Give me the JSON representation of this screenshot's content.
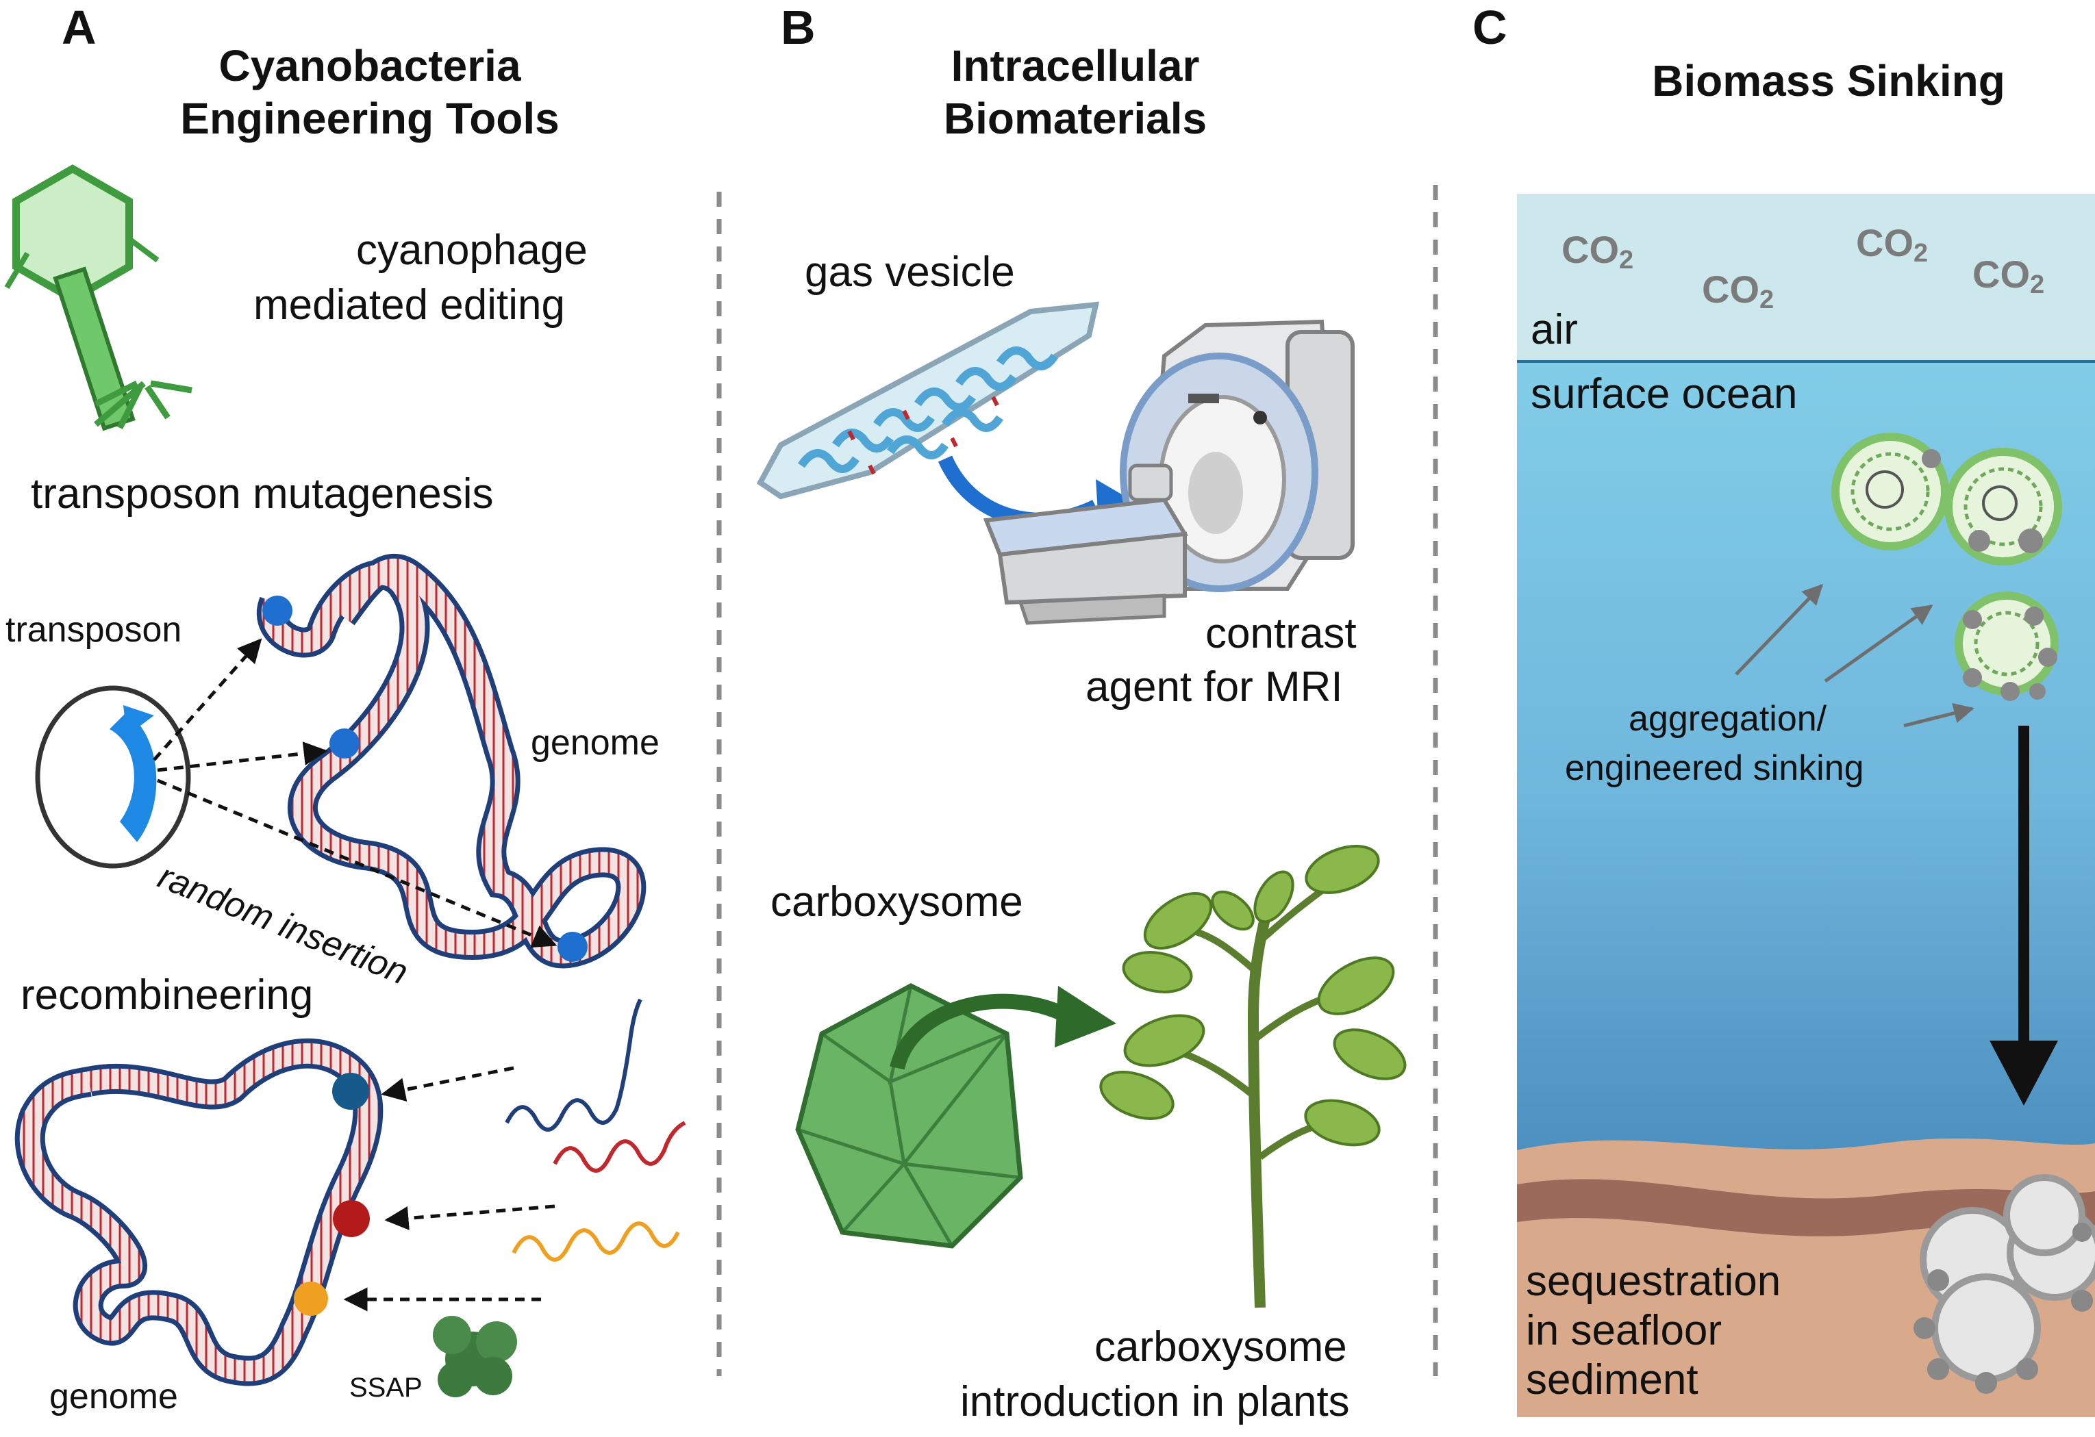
{
  "panels": {
    "a": {
      "letter": "A",
      "title_line1": "Cyanobacteria",
      "title_line2": "Engineering Tools",
      "cyanophage_line1": "cyanophage",
      "cyanophage_line2": "mediated editing",
      "transposon_title": "transposon mutagenesis",
      "transposon_label": "transposon",
      "genome_label_top": "genome",
      "random_insertion": "random insertion",
      "recombineering_title": "recombineering",
      "genome_label_bottom": "genome",
      "ssap_label": "SSAP"
    },
    "b": {
      "letter": "B",
      "title_line1": "Intracellular",
      "title_line2": "Biomaterials",
      "gas_vesicle": "gas vesicle",
      "mri_line1": "contrast",
      "mri_line2": "agent for MRI",
      "carboxysome": "carboxysome",
      "plants_line1": "carboxysome",
      "plants_line2": "introduction in plants"
    },
    "c": {
      "letter": "C",
      "title": "Biomass Sinking",
      "co2_base": "CO",
      "co2_sub": "2",
      "air": "air",
      "surface_ocean": "surface ocean",
      "aggregation_line1": "aggregation/",
      "aggregation_line2": "engineered sinking",
      "sequestration_line1": "sequestration",
      "sequestration_line2": "in seafloor",
      "sequestration_line3": "sediment"
    }
  },
  "colors": {
    "dna_red": "#c0282d",
    "dna_blue": "#1f3f7a",
    "insertion_blue": "#1e6fd0",
    "marker_navy": "#155a8a",
    "marker_red": "#b31b1b",
    "marker_orange": "#f0a020",
    "phage_green": "#4caf50",
    "carboxysome_green": "#5da858",
    "air": "#cde8ec",
    "ocean_top": "#7ecbe6",
    "ocean_bottom": "#4b8fbf",
    "sediment": "#d8a98a",
    "sediment_band": "#9b6a5a"
  }
}
